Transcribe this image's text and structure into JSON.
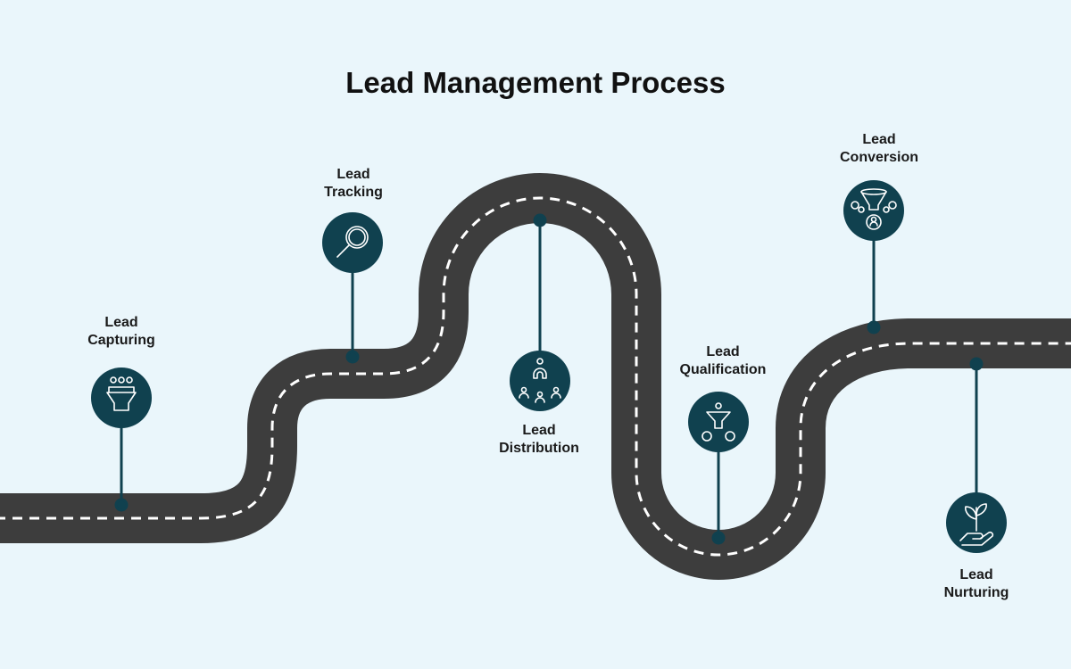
{
  "title": "Lead Management Process",
  "colors": {
    "background": "#eaf6fb",
    "road": "#3d3d3d",
    "stage_circle": "#10414f",
    "dash": "#ffffff"
  },
  "stages": [
    {
      "line1": "Lead",
      "line2": "Capturing",
      "icon": "people-funnel-icon"
    },
    {
      "line1": "Lead",
      "line2": "Tracking",
      "icon": "magnifier-icon"
    },
    {
      "line1": "Lead",
      "line2": "Distribution",
      "icon": "magnet-people-icon"
    },
    {
      "line1": "Lead",
      "line2": "Qualification",
      "icon": "funnel-coins-icon"
    },
    {
      "line1": "Lead",
      "line2": "Conversion",
      "icon": "funnel-gears-user-icon"
    },
    {
      "line1": "Lead",
      "line2": "Nurturing",
      "icon": "hand-plant-icon"
    }
  ]
}
